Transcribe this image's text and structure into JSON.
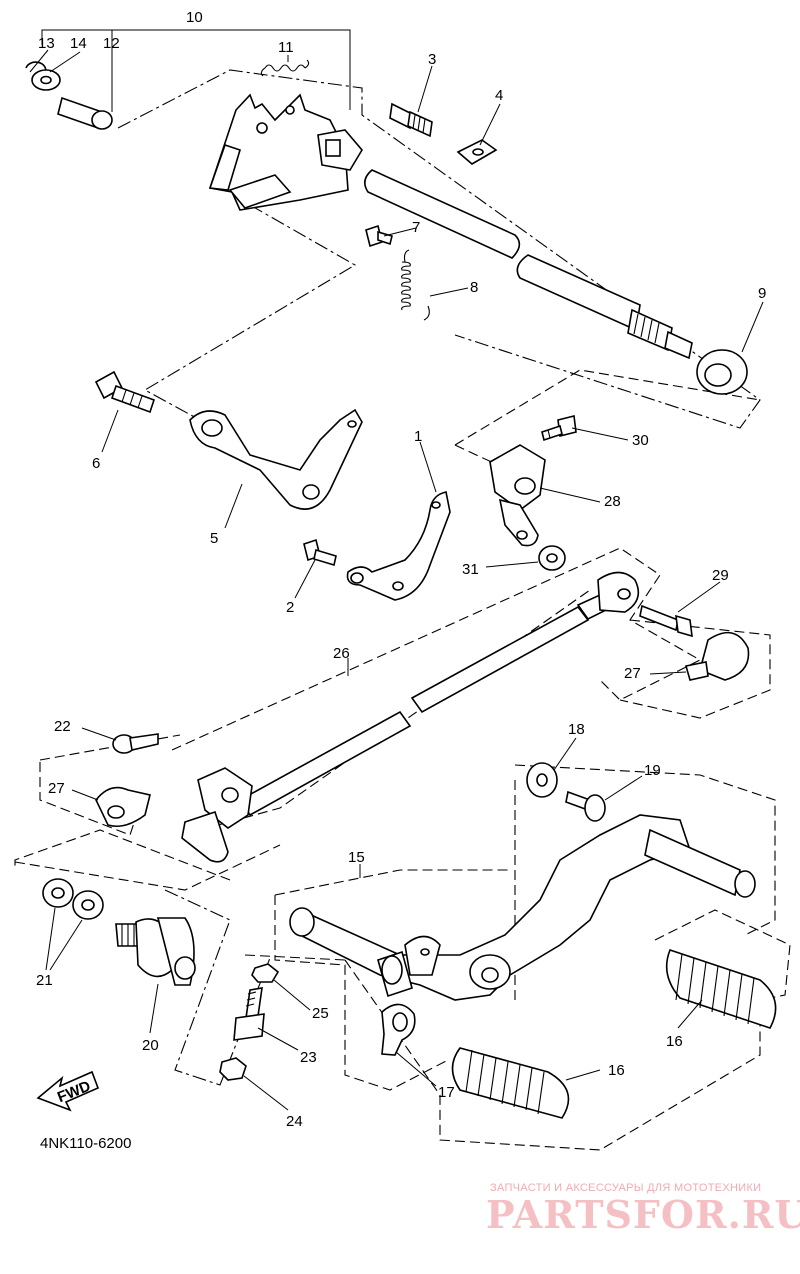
{
  "diagram": {
    "code": "4NK110-6200",
    "fwd_label": "FWD",
    "callouts": [
      "10",
      "13",
      "14",
      "12",
      "11",
      "3",
      "4",
      "7",
      "8",
      "9",
      "6",
      "5",
      "1",
      "30",
      "28",
      "2",
      "31",
      "29",
      "26",
      "27",
      "22",
      "18",
      "19",
      "15",
      "21",
      "20",
      "25",
      "23",
      "24",
      "17",
      "16"
    ]
  },
  "watermark": {
    "subtitle": "ЗАПЧАСТИ И АКСЕССУАРЫ ДЛЯ МОТОТЕХНИКИ",
    "logo": "PARTSFOR.RU"
  }
}
